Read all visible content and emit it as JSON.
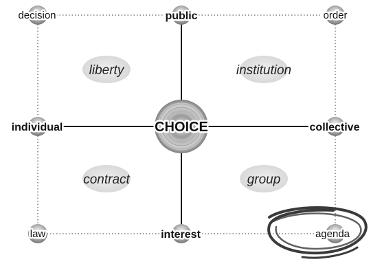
{
  "diagram": {
    "center_label": "CHOICE",
    "axis_labels": {
      "top": "public",
      "bottom": "interest",
      "left": "individual",
      "right": "collective"
    },
    "corner_labels": {
      "top_left": "decision",
      "top_right": "order",
      "bottom_left": "law",
      "bottom_right": "agenda"
    },
    "quadrant_labels": {
      "top_left": "liberty",
      "top_right": "institution",
      "bottom_left": "contract",
      "bottom_right": "group"
    },
    "colors": {
      "axis_line": "#111111",
      "dotted_border": "#9a9a9a",
      "node_dark": "#6e6e6e",
      "node_light": "#f4f4f4",
      "ellipse_fill": "#e6e6e6",
      "circle_stroke": "#3a3a3a"
    }
  }
}
